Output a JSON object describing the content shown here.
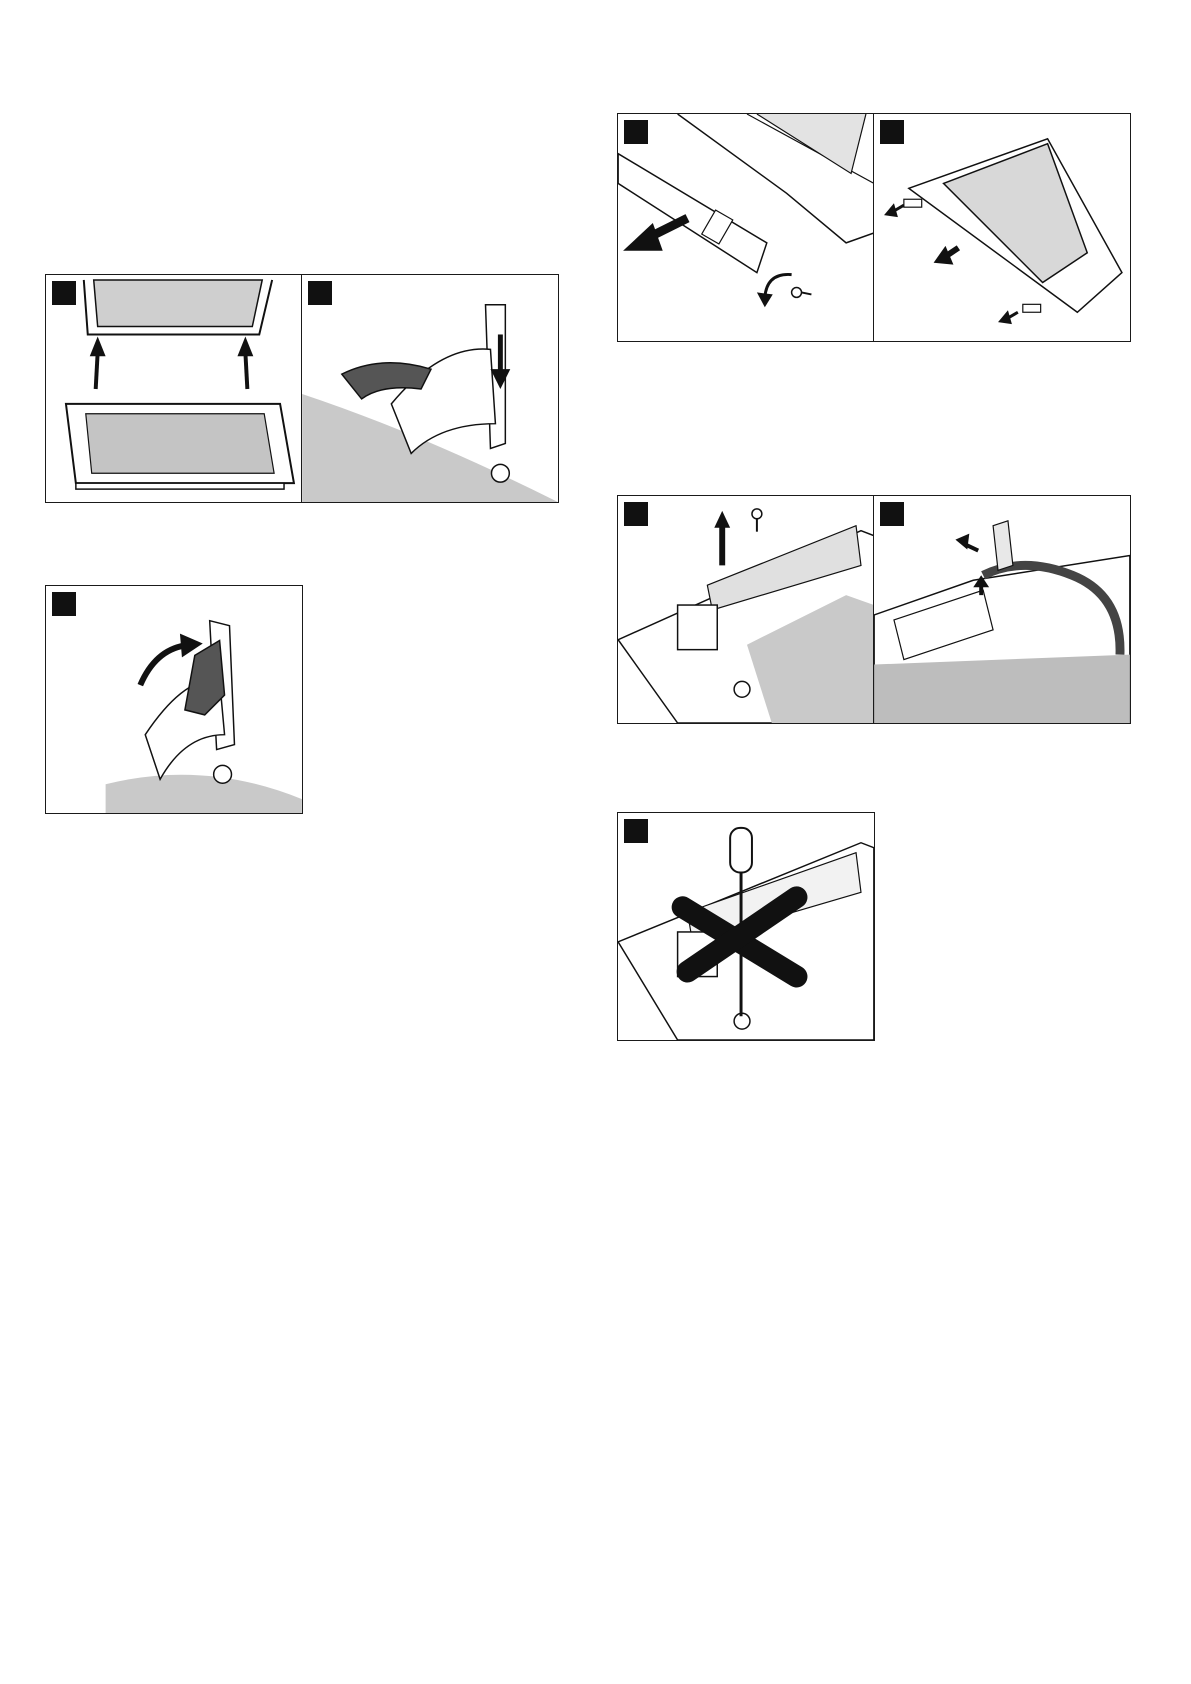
{
  "figures": [
    {
      "id": "fig-1a",
      "step_badge": "",
      "subject": "door-glass-removal"
    },
    {
      "id": "fig-1b",
      "step_badge": "",
      "subject": "hinge-lever-fold-down"
    },
    {
      "id": "fig-2",
      "step_badge": "",
      "subject": "hinge-lever-fold-up"
    },
    {
      "id": "fig-3a",
      "step_badge": "",
      "subject": "door-strip-unscrew"
    },
    {
      "id": "fig-3b",
      "step_badge": "",
      "subject": "pane-pull-out"
    },
    {
      "id": "fig-4a",
      "step_badge": "",
      "subject": "hinge-cover-unscrew"
    },
    {
      "id": "fig-4b",
      "step_badge": "",
      "subject": "seal-removal"
    },
    {
      "id": "fig-5",
      "step_badge": "",
      "subject": "do-not-unscrew-warning"
    }
  ],
  "colors": {
    "ink": "#111111",
    "glass": "#c9c9c9",
    "panel_border": "#1a1a1a",
    "shade": "#b4b4b4"
  }
}
